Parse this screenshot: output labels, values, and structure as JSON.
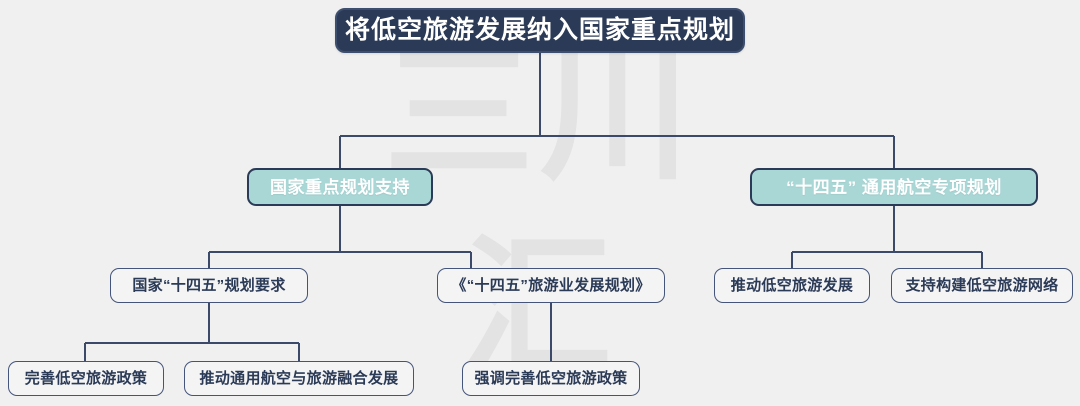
{
  "background": {
    "color": "#f0f0f0",
    "watermark_top": "三川",
    "watermark_bottom": "汇",
    "watermark_color": "#e3e3e3"
  },
  "palette": {
    "root_fill": "#2b3a56",
    "root_text": "#ffffff",
    "level2_fill": "#a9d7d6",
    "level2_border": "#2b3a56",
    "level2_text": "#ffffff",
    "leaf_fill": "#f4f4f4",
    "leaf_border": "#44547a",
    "leaf_text": "#2b3a56",
    "connector": "#3a4a68"
  },
  "diagram": {
    "type": "org-tree",
    "root": {
      "id": "root",
      "label": "将低空旅游发展纳入国家重点规划"
    },
    "level2": [
      {
        "id": "l2-national-plan",
        "label": "国家重点规划支持"
      },
      {
        "id": "l2-145-ga-plan",
        "label": "“十四五” 通用航空专项规划"
      }
    ],
    "level3": [
      {
        "id": "l3-145-requirement",
        "label": "国家“十四五”规划要求",
        "parent": "l2-national-plan"
      },
      {
        "id": "l3-145-tourism-plan",
        "label": "《“十四五”旅游业发展规划》",
        "parent": "l2-national-plan"
      },
      {
        "id": "l3-promote-lowalt-tourism",
        "label": "推动低空旅游发展",
        "parent": "l2-145-ga-plan"
      },
      {
        "id": "l3-support-network",
        "label": "支持构建低空旅游网络",
        "parent": "l2-145-ga-plan"
      }
    ],
    "level4": [
      {
        "id": "l4-improve-policy",
        "label": "完善低空旅游政策",
        "parent": "l3-145-requirement"
      },
      {
        "id": "l4-integrate-ga-tourism",
        "label": "推动通用航空与旅游融合发展",
        "parent": "l3-145-requirement"
      },
      {
        "id": "l4-emphasize-policy",
        "label": "强调完善低空旅游政策",
        "parent": "l3-145-tourism-plan"
      }
    ]
  }
}
